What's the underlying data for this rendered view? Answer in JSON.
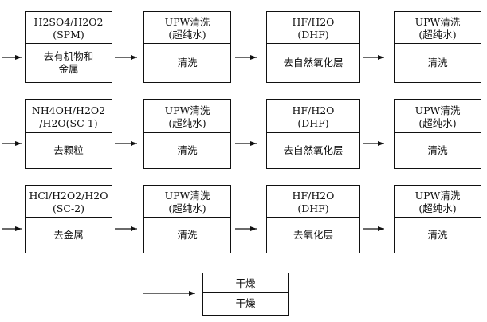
{
  "rows": [
    {
      "steps": [
        {
          "reagent": "H2SO4/H2O2\n(SPM)",
          "purpose": "去有机物和\n金属"
        },
        {
          "reagent": "UPW清洗\n(超纯水)",
          "purpose": "清洗"
        },
        {
          "reagent": "HF/H2O\n(DHF)",
          "purpose": "去自然氧化层"
        },
        {
          "reagent": "UPW清洗\n(超纯水)",
          "purpose": "清洗"
        }
      ]
    },
    {
      "steps": [
        {
          "reagent": "NH4OH/H2O2\n/H2O(SC-1)",
          "purpose": "去颗粒"
        },
        {
          "reagent": "UPW清洗\n(超纯水)",
          "purpose": "清洗"
        },
        {
          "reagent": "HF/H2O\n(DHF)",
          "purpose": "去自然氧化层"
        },
        {
          "reagent": "UPW清洗\n(超纯水)",
          "purpose": "清洗"
        }
      ]
    },
    {
      "steps": [
        {
          "reagent": "HCl/H2O2/H2O\n(SC-2)",
          "purpose": "去金属"
        },
        {
          "reagent": "UPW清洗\n(超纯水)",
          "purpose": "清洗"
        },
        {
          "reagent": "HF/H2O\n(DHF)",
          "purpose": "去氧化层"
        },
        {
          "reagent": "UPW清洗\n(超纯水)",
          "purpose": "清洗"
        }
      ]
    }
  ],
  "final": {
    "reagent": "干燥",
    "purpose": "干燥"
  }
}
